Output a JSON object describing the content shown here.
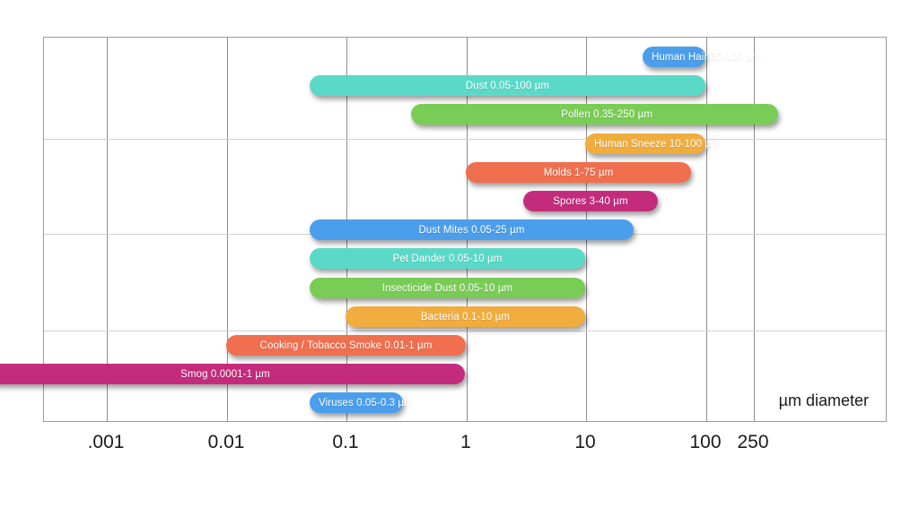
{
  "chart_data": {
    "type": "bar",
    "orientation": "horizontal-range",
    "title": "",
    "subtitle": "",
    "xlabel": "µm diameter",
    "ylabel": "",
    "xscale": "log",
    "xlim": [
      0.001,
      500
    ],
    "grid": {
      "vertical": true,
      "horizontal": true,
      "vertical_at": [
        0.001,
        0.01,
        0.1,
        1,
        10,
        100,
        250
      ],
      "horizontal_rows": 4
    },
    "legend": "none",
    "tick_labels": [
      ".001",
      "0.01",
      "0.1",
      "1",
      "10",
      "100",
      "250"
    ],
    "tick_values": [
      0.001,
      0.01,
      0.1,
      1,
      10,
      100,
      250
    ],
    "categories": [
      "Human Hair",
      "Dust",
      "Pollen",
      "Human Sneeze",
      "Molds",
      "Spores",
      "Dust Mites",
      "Pet Dander",
      "Insecticide Dust",
      "Bacteria",
      "Cooking / Tobacco Smoke",
      "Smog",
      "Viruses"
    ],
    "bars": [
      {
        "label": "Human Hair 30-100 µm",
        "name": "human-hair",
        "min": 30,
        "max": 100,
        "color": "#4a9eec",
        "align": "center"
      },
      {
        "label": "Dust 0.05-100 µm",
        "name": "dust",
        "min": 0.05,
        "max": 100,
        "color": "#5bd9c8",
        "align": "center"
      },
      {
        "label": "Pollen 0.35-250 µm",
        "name": "pollen",
        "min": 0.35,
        "max": 400,
        "color": "#79cc55",
        "align": "center"
      },
      {
        "label": "Human Sneeze 10-100 µm",
        "name": "human-sneeze",
        "min": 10,
        "max": 100,
        "color": "#f0ad3e",
        "align": "center"
      },
      {
        "label": "Molds 1-75 µm",
        "name": "molds",
        "min": 1,
        "max": 75,
        "color": "#ef6f4e",
        "align": "center"
      },
      {
        "label": "Spores 3-40 µm",
        "name": "spores",
        "min": 3,
        "max": 40,
        "color": "#c42b7c",
        "align": "center"
      },
      {
        "label": "Dust Mites  0.05-25 µm",
        "name": "dust-mites",
        "min": 0.05,
        "max": 25,
        "color": "#4a9eec",
        "align": "center"
      },
      {
        "label": "Pet Dander 0.05-10 µm",
        "name": "pet-dander",
        "min": 0.05,
        "max": 10,
        "color": "#5bd9c8",
        "align": "center"
      },
      {
        "label": "Insecticide Dust 0.05-10 µm",
        "name": "insecticide-dust",
        "min": 0.05,
        "max": 10,
        "color": "#79cc55",
        "align": "center"
      },
      {
        "label": "Bacteria 0.1-10 µm",
        "name": "bacteria",
        "min": 0.1,
        "max": 10,
        "color": "#f0ad3e",
        "align": "center"
      },
      {
        "label": "Cooking / Tobacco Smoke 0.01-1 µm",
        "name": "tobacco-smoke",
        "min": 0.01,
        "max": 1,
        "color": "#ef6f4e",
        "align": "center"
      },
      {
        "label": "Smog 0.0001-1 µm",
        "name": "smog",
        "min": 0.0001,
        "max": 1,
        "color": "#c42b7c",
        "align": "center"
      },
      {
        "label": "Viruses 0.05-0.3 µm",
        "name": "viruses",
        "min": 0.05,
        "max": 0.3,
        "color": "#4a9eec",
        "align": "center"
      }
    ],
    "colors": {
      "blue": "#4a9eec",
      "teal": "#5bd9c8",
      "green": "#79cc55",
      "orange": "#f0ad3e",
      "orange_red": "#ef6f4e",
      "magenta": "#c42b7c",
      "grid_major": "#8d8d8d",
      "grid_minor": "#d2d2d2",
      "frame": "#9a9a9a",
      "text": "#1a1a1a",
      "bar_label": "#ffffff",
      "background": "#ffffff"
    }
  },
  "axis_caption": "µm diameter"
}
